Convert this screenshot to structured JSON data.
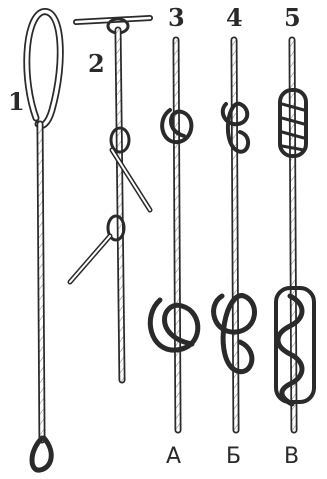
{
  "figure": {
    "numbers": [
      "1",
      "2",
      "3",
      "4",
      "5"
    ],
    "letters": [
      "А",
      "Б",
      "В"
    ],
    "colors": {
      "ink": "#2a2a2a",
      "rope_fill": "#ffffff",
      "paper": "#ffffff"
    }
  }
}
